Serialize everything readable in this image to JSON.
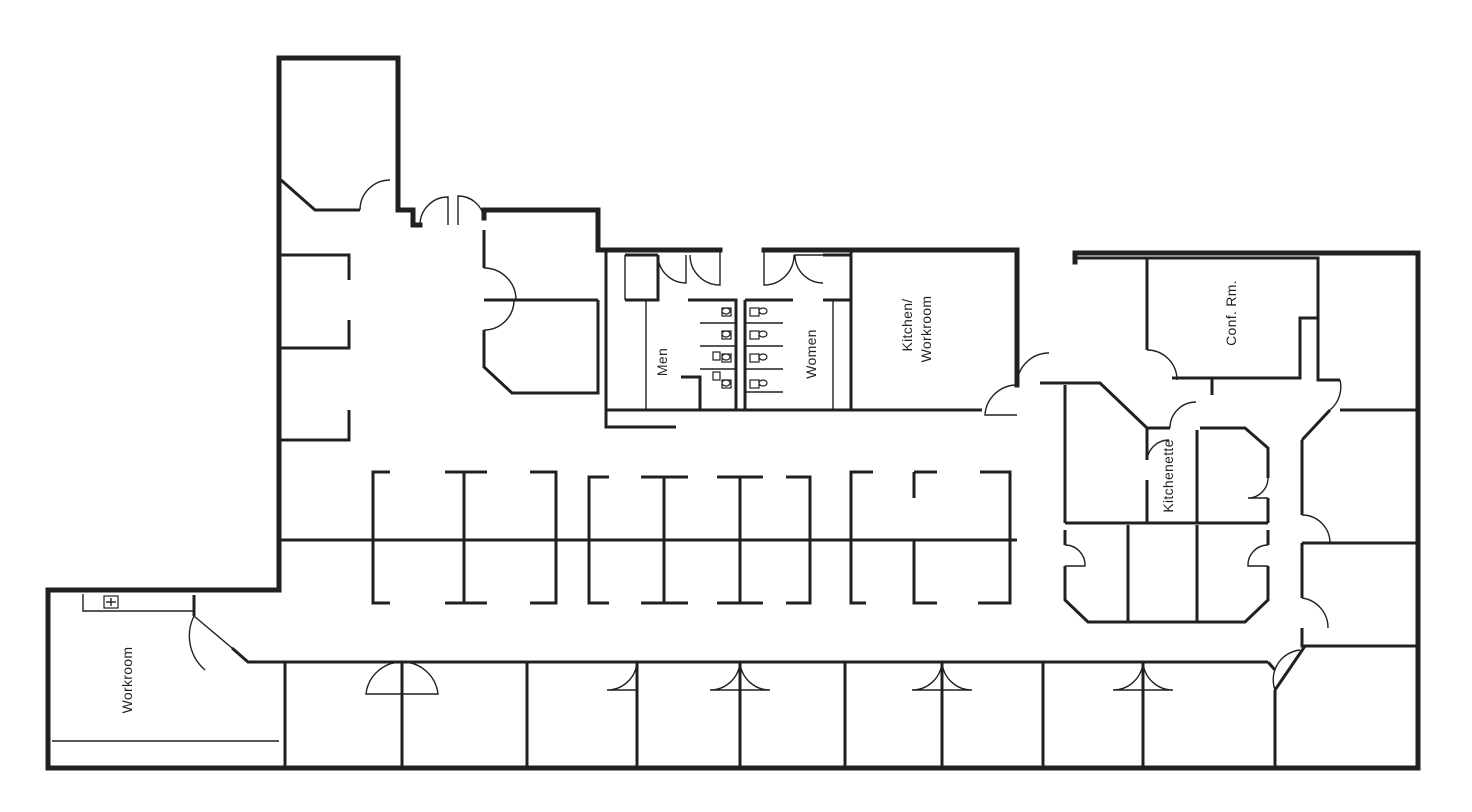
{
  "colors": {
    "line": "#231f20",
    "background": "#ffffff"
  },
  "rooms": {
    "men": "Men",
    "women": "Women",
    "kitchen_line1": "Kitchen/",
    "kitchen_line2": "Workroom",
    "conf": "Conf. Rm.",
    "kitchenette": "Kitchenette",
    "workroom": "Workroom"
  }
}
